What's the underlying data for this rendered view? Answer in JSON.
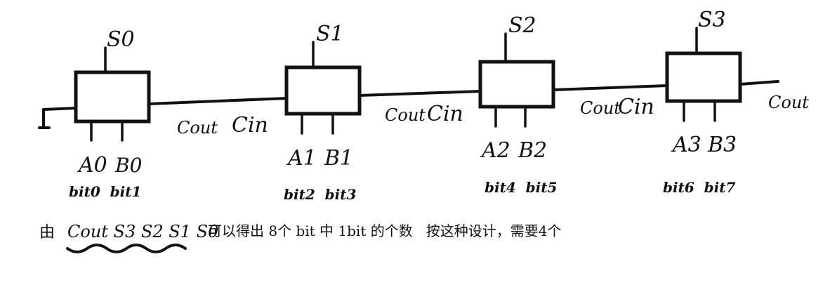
{
  "diagram": {
    "blocks": [
      {
        "sum": "S0",
        "a": "A0",
        "b": "B0",
        "bits": "bit0  bit1"
      },
      {
        "sum": "S1",
        "a": "A1",
        "b": "B1",
        "bits": "bit2  bit3"
      },
      {
        "sum": "S2",
        "a": "A2",
        "b": "B2",
        "bits": "bit4  bit5"
      },
      {
        "sum": "S3",
        "a": "A3",
        "b": "B3",
        "bits": "bit6  bit7"
      }
    ],
    "links": [
      {
        "cout": "Cout",
        "cin": "Cin"
      },
      {
        "cout": "Cout",
        "cin": "Cin"
      },
      {
        "cout": "Cout",
        "cin": "Cin"
      }
    ],
    "final_cout": "Cout",
    "note": {
      "prefix": "由",
      "signals": "Cout S3 S2 S1 S0",
      "text": "可以得出 8个 bit 中 1bit 的个数   按这种设计，需要4个"
    }
  }
}
